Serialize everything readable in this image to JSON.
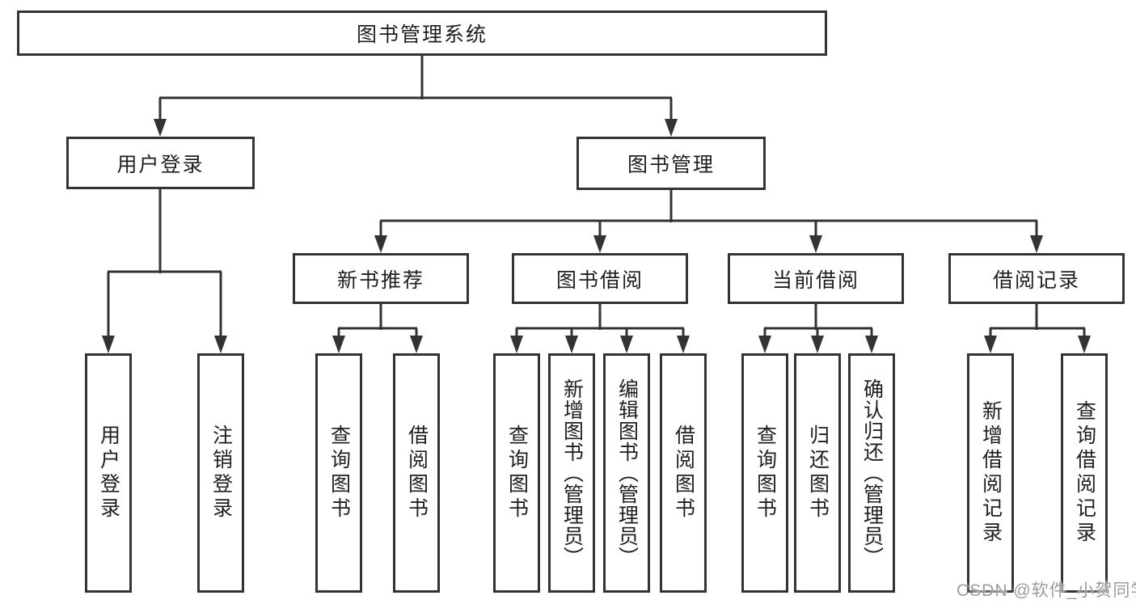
{
  "diagram": {
    "title": "图书管理系统",
    "tree": {
      "root": {
        "label": "图书管理系统"
      },
      "branches": [
        {
          "label": "用户登录",
          "leaves": [
            {
              "label": "用户登录"
            },
            {
              "label": "注销登录"
            }
          ]
        },
        {
          "label": "图书管理",
          "groups": [
            {
              "label": "新书推荐",
              "leaves": [
                {
                  "label": "查询图书"
                },
                {
                  "label": "借阅图书"
                }
              ]
            },
            {
              "label": "图书借阅",
              "leaves": [
                {
                  "label": "查询图书"
                },
                {
                  "label": "新增图书（管理员）"
                },
                {
                  "label": "编辑图书（管理员）"
                },
                {
                  "label": "借阅图书"
                }
              ]
            },
            {
              "label": "当前借阅",
              "leaves": [
                {
                  "label": "查询图书"
                },
                {
                  "label": "归还图书"
                },
                {
                  "label": "确认归还（管理员）"
                }
              ]
            },
            {
              "label": "借阅记录",
              "leaves": [
                {
                  "label": "新增借阅记录"
                },
                {
                  "label": "查询借阅记录"
                }
              ]
            }
          ]
        }
      ]
    },
    "colors": {
      "line": "#333333",
      "text": "#1f1f1f",
      "background": "#ffffff",
      "watermark": "#9c9c9c"
    }
  },
  "watermark": {
    "text": "CSDN @软件_小贺同学"
  }
}
